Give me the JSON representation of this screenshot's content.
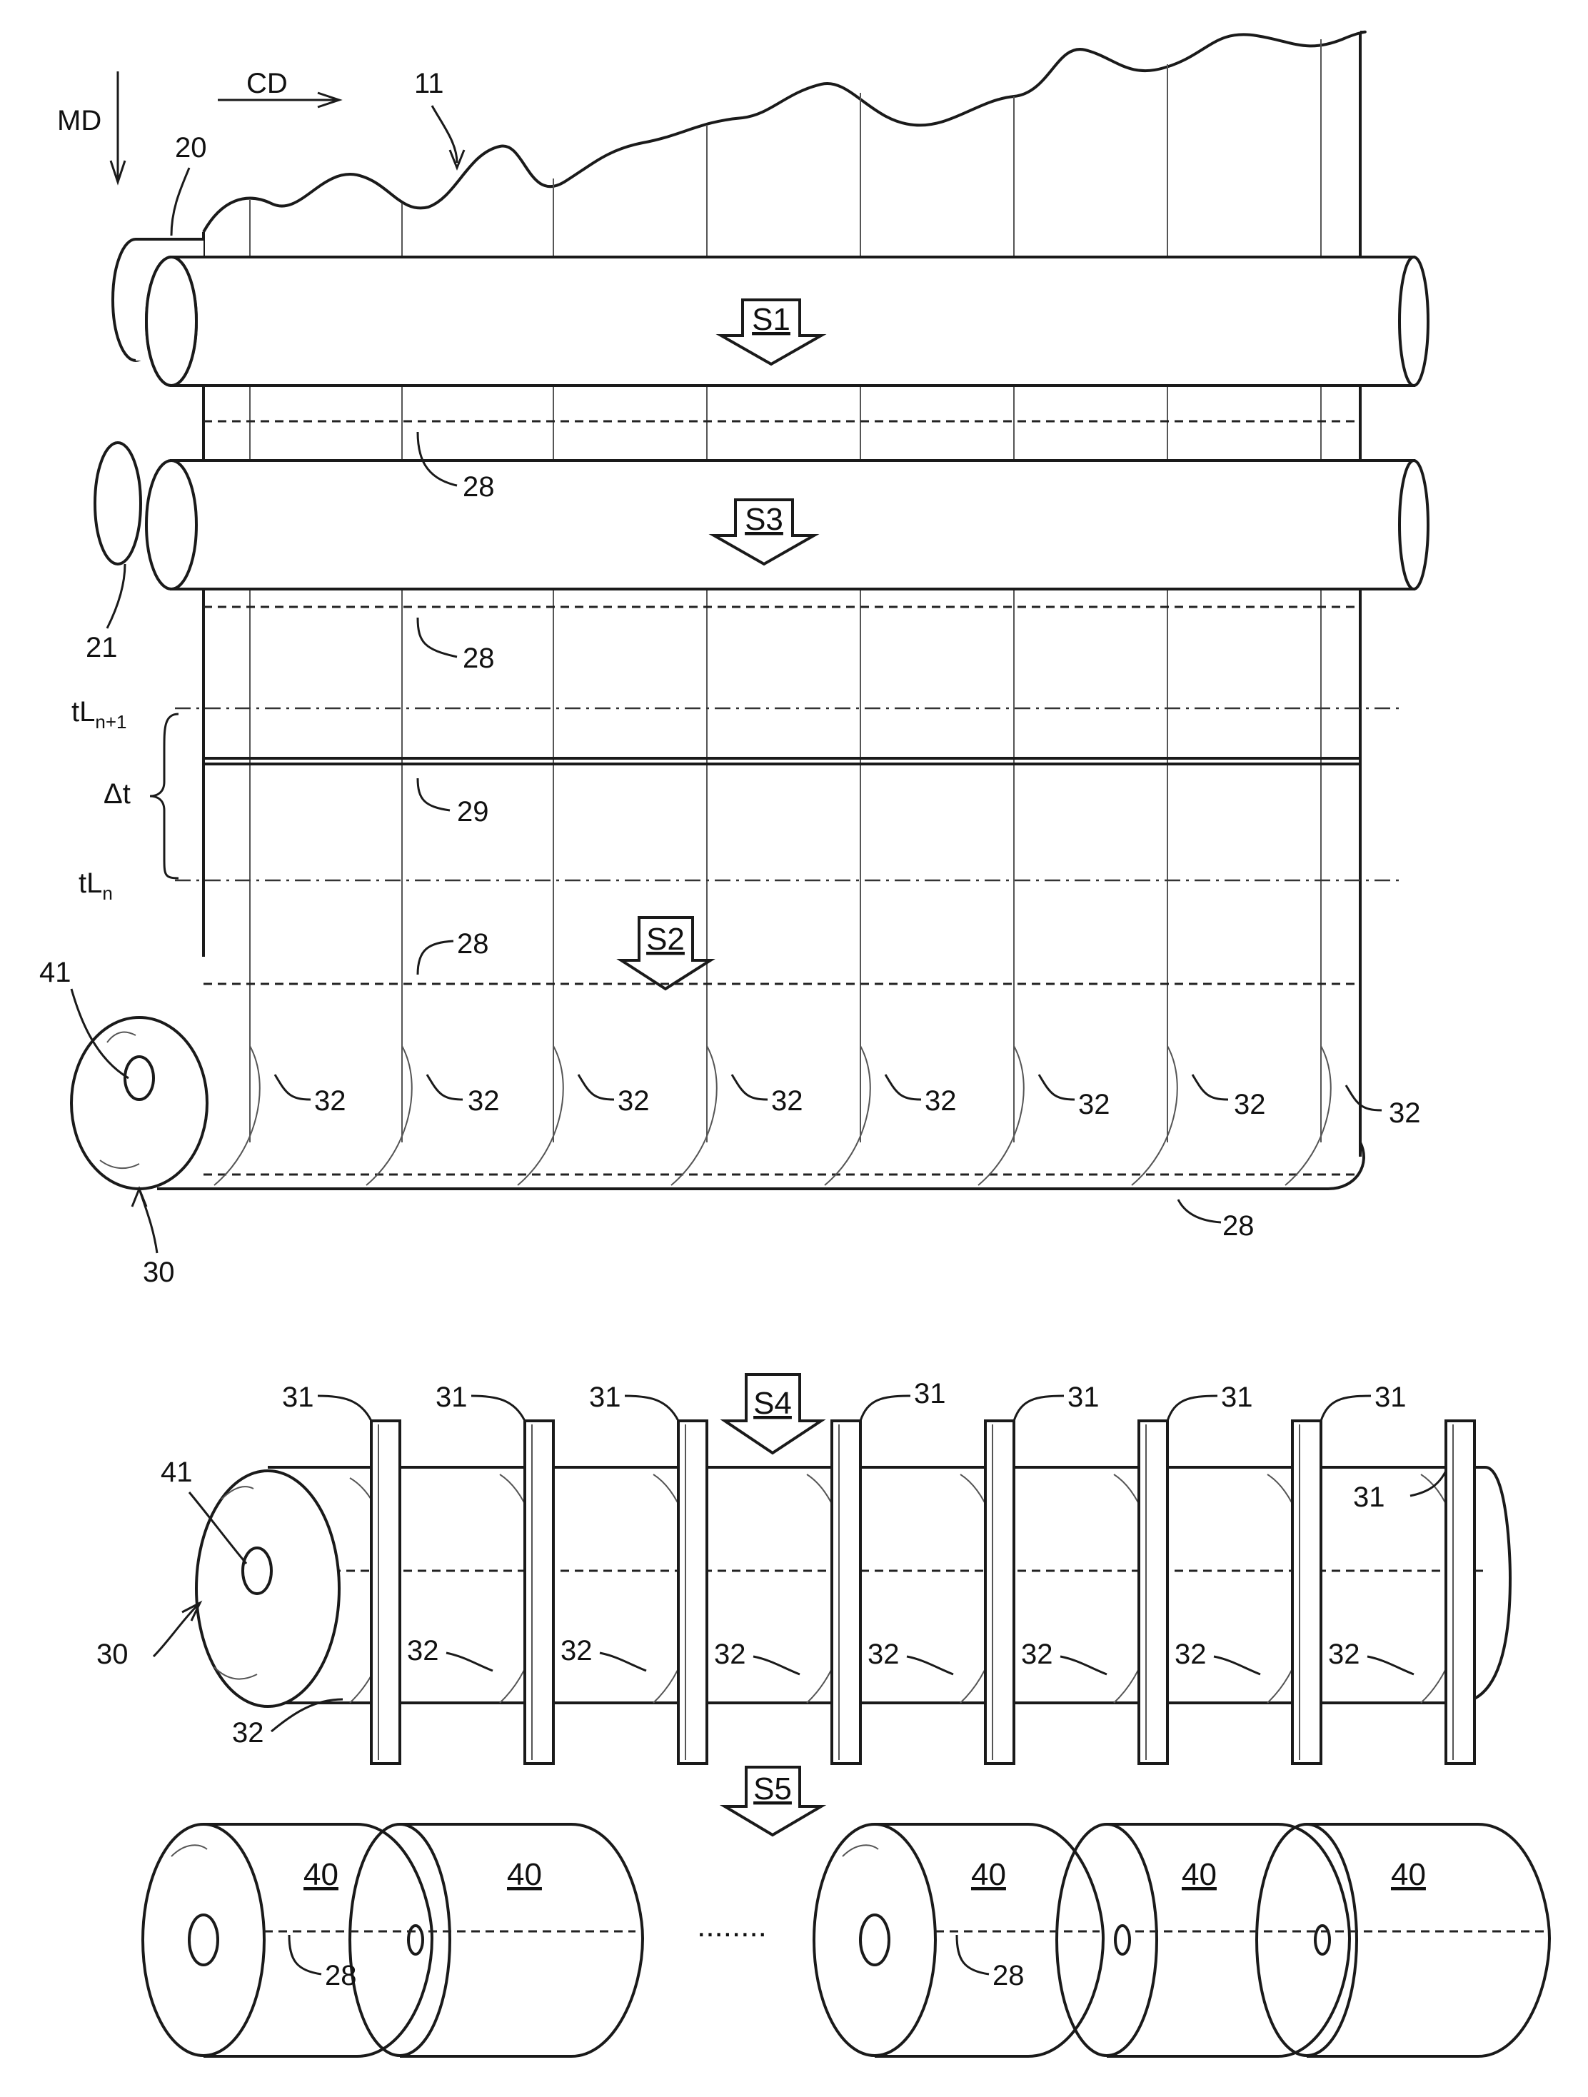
{
  "direction_labels": {
    "md": "MD",
    "cd": "CD"
  },
  "reference_numerals": {
    "web": "11",
    "roll_upper": "20",
    "roll_lower": "21",
    "perforation": "28",
    "cut_line": "29",
    "log": "30",
    "saw": "31",
    "tail": "32",
    "core": "41",
    "product_roll": "40"
  },
  "steps": {
    "s1": "S1",
    "s2": "S2",
    "s3": "S3",
    "s4": "S4",
    "s5": "S5"
  },
  "timing": {
    "t_next": "tLn+1",
    "t_next_base": "tL",
    "t_next_sub": "n+1",
    "t_now_base": "tL",
    "t_now_sub": "n",
    "delta": "Δt"
  },
  "ellipsis": "........"
}
